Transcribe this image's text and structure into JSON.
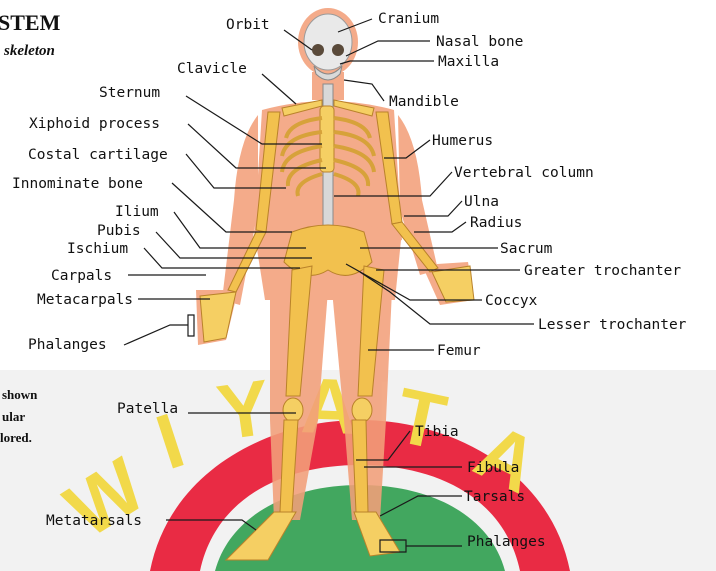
{
  "header": {
    "title_fragment": "STEM",
    "subtitle_fragment": "skeleton"
  },
  "caption_fragment": [
    "shown",
    "ular",
    "lored."
  ],
  "labels": {
    "orbit": "Orbit",
    "cranium": "Cranium",
    "nasal_bone": "Nasal bone",
    "maxilla": "Maxilla",
    "clavicle": "Clavicle",
    "mandible": "Mandible",
    "sternum": "Sternum",
    "xiphoid_process": "Xiphoid process",
    "humerus": "Humerus",
    "costal_cartilage": "Costal cartilage",
    "vertebral_column": "Vertebral column",
    "innominate_bone": "Innominate bone",
    "ulna": "Ulna",
    "radius": "Radius",
    "ilium": "Ilium",
    "pubis": "Pubis",
    "ischium": "Ischium",
    "sacrum": "Sacrum",
    "greater_trochanter": "Greater trochanter",
    "carpals": "Carpals",
    "metacarpals": "Metacarpals",
    "coccyx": "Coccyx",
    "lesser_trochanter": "Lesser trochanter",
    "phalanges_hand": "Phalanges",
    "femur": "Femur",
    "patella": "Patella",
    "tibia": "Tibia",
    "fibula": "Fibula",
    "tarsals": "Tarsals",
    "metatarsals": "Metatarsals",
    "phalanges_foot": "Phalanges"
  },
  "watermark": {
    "text": "WIYATA",
    "colors": {
      "letters": "#f2d94a",
      "arc": "#e8203a",
      "inner": "#2f9e4f"
    }
  },
  "colors": {
    "body": "#f3a07a",
    "bone": "#f2c14e",
    "skull": "#e9e9e9",
    "background_lower": "#f2f2f2"
  }
}
